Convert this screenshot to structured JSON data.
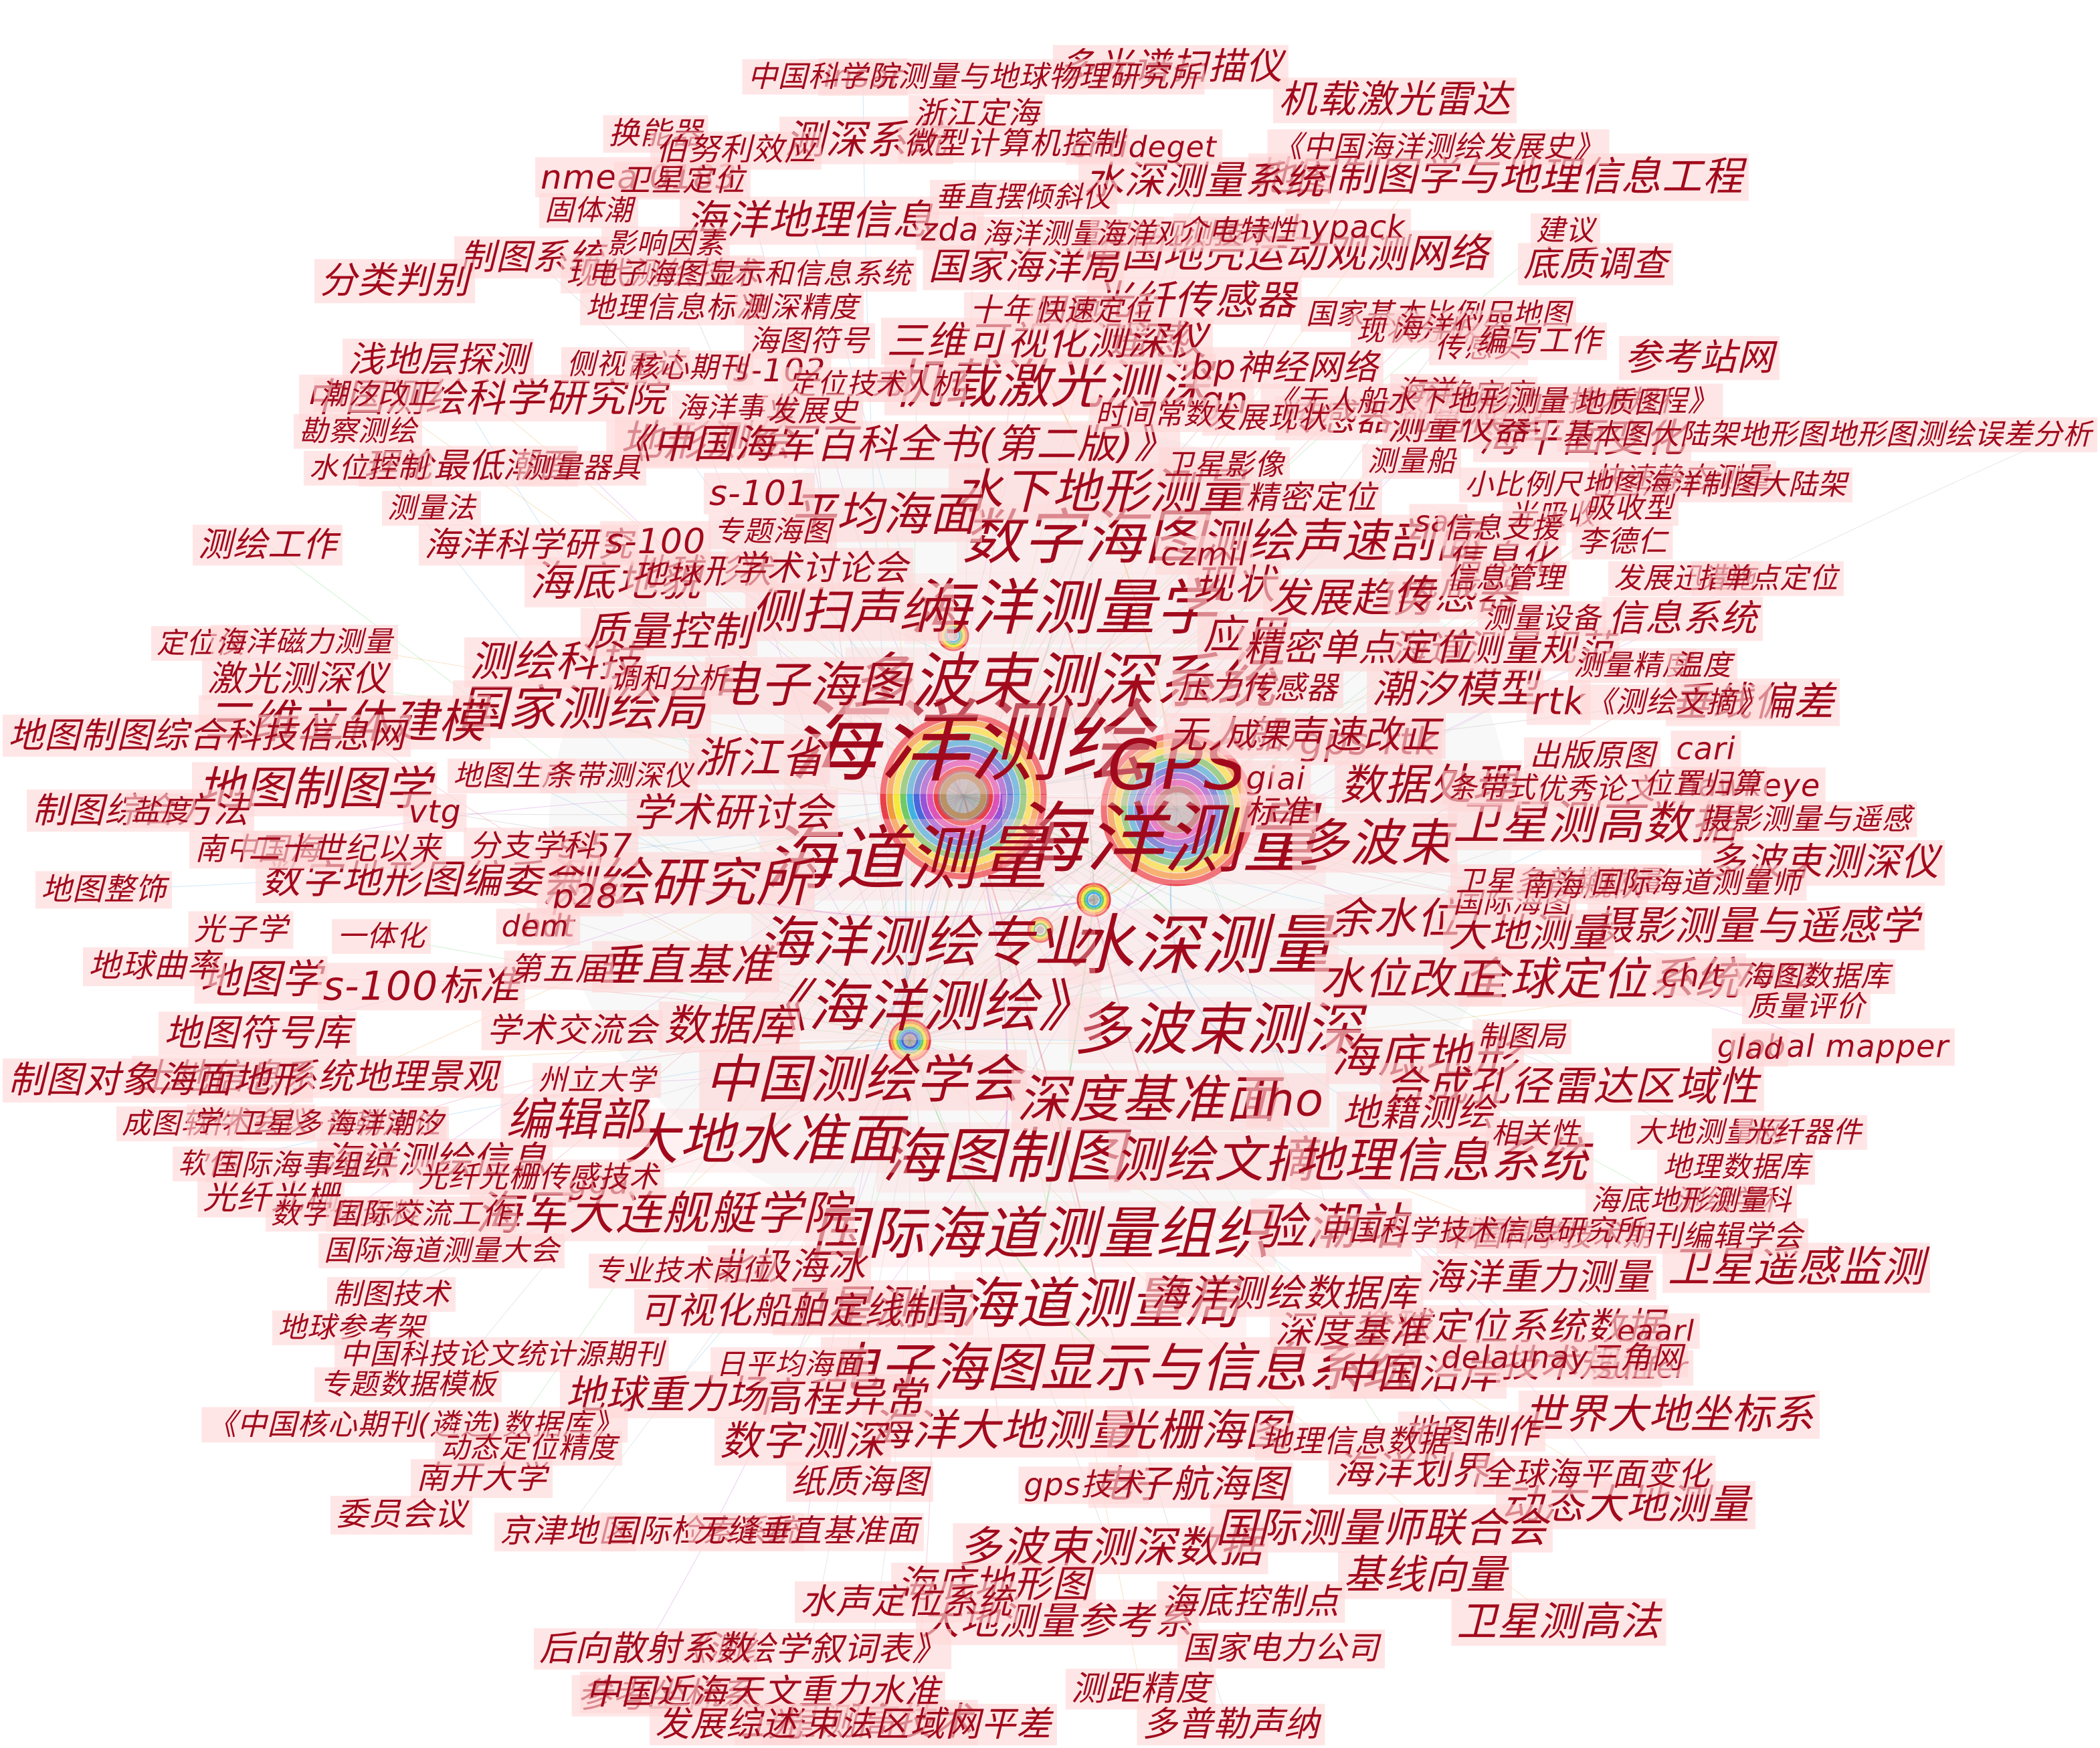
{
  "graph": {
    "type": "keyword co-occurrence network",
    "label_color": "#a10a1c",
    "label_background": "#ffd6d6",
    "nodes": [
      {
        "label": "海洋测绘",
        "weight": 10
      },
      {
        "label": "海洋测量",
        "weight": 8.6
      },
      {
        "label": "海道测量",
        "weight": 7.8
      },
      {
        "label": "GPS",
        "weight": 7.6
      },
      {
        "label": "水深测量",
        "weight": 7.2
      },
      {
        "label": "海洋测量学",
        "weight": 6.7
      },
      {
        "label": "数字海图",
        "weight": 6.6
      },
      {
        "label": "多波束测深系统",
        "weight": 6.6
      },
      {
        "label": "海图制图",
        "weight": 6.6
      },
      {
        "label": "多波束测深",
        "weight": 6.2
      },
      {
        "label": "《海洋测绘》",
        "weight": 6.2
      },
      {
        "label": "国际海道测量组织",
        "weight": 6.2
      },
      {
        "label": "海道测量局",
        "weight": 6.1
      },
      {
        "label": "大地水准面",
        "weight": 6
      },
      {
        "label": "海洋测绘专业",
        "weight": 6
      },
      {
        "label": "测绘研究所",
        "weight": 5.8
      },
      {
        "label": "中国测绘学会",
        "weight": 5.7
      },
      {
        "label": "机载激光测深",
        "weight": 5.8
      },
      {
        "label": "电子海图显示与信息系统",
        "weight": 5.8
      },
      {
        "label": "深度基准面",
        "weight": 5.6
      },
      {
        "label": "多波束",
        "weight": 5.5
      },
      {
        "label": "验潮站",
        "weight": 5.4
      },
      {
        "label": "测绘文摘",
        "weight": 5.4
      },
      {
        "label": "地理信息系统",
        "weight": 5.2
      },
      {
        "label": "国家测绘局",
        "weight": 5.3
      },
      {
        "label": "侧扫声纳",
        "weight": 5.3
      },
      {
        "label": "三维立体建模",
        "weight": 5
      },
      {
        "label": "水下地形测量",
        "weight": 5.2
      },
      {
        "label": "电子海图",
        "weight": 5.3
      },
      {
        "label": "卫星测高",
        "weight": 5.1
      },
      {
        "label": "卫星测高数据",
        "weight": 5.1
      },
      {
        "label": "海军大连舰艇学院",
        "weight": 5
      },
      {
        "label": "测绘声速剖面",
        "weight": 5
      },
      {
        "label": "全球定位系统",
        "weight": 4.9
      },
      {
        "label": "编辑部",
        "weight": 4.9
      },
      {
        "label": "地图制图学",
        "weight": 5
      },
      {
        "label": "海底地形",
        "weight": 5
      },
      {
        "label": "iho",
        "weight": 5
      },
      {
        "label": "平均海面",
        "weight": 5
      },
      {
        "label": "浙江省",
        "weight": 4.6
      },
      {
        "label": "海洋大地测量",
        "weight": 4.7
      },
      {
        "label": "光栅海图",
        "weight": 4.7
      },
      {
        "label": "多波束测深数据",
        "weight": 4.6
      },
      {
        "label": "数据处理",
        "weight": 4.7
      },
      {
        "label": "余水位",
        "weight": 4.6
      },
      {
        "label": "水位改正",
        "weight": 4.7
      },
      {
        "label": "垂直基准",
        "weight": 4.7
      },
      {
        "label": "数据库",
        "weight": 4.6
      },
      {
        "label": "海底地貌",
        "weight": 4.5
      },
      {
        "label": "测绘科技",
        "weight": 4.5
      },
      {
        "label": "地形测绘",
        "weight": 4.5
      },
      {
        "label": "质量控制",
        "weight": 4.4
      },
      {
        "label": "现状",
        "weight": 4.4
      },
      {
        "label": "应用",
        "weight": 4.4
      },
      {
        "label": "发展趋势",
        "weight": 4.4
      },
      {
        "label": "传感器",
        "weight": 4.4
      },
      {
        "label": "潮汐模型",
        "weight": 4.4
      },
      {
        "label": "海平面变化",
        "weight": 4.4
      },
      {
        "label": "合成孔径雷达区域性",
        "weight": 4.4
      },
      {
        "label": "世界大地坐标系",
        "weight": 4.4
      },
      {
        "label": "卫星遥感监测",
        "weight": 4.5
      },
      {
        "label": "数字测深",
        "weight": 4.4
      },
      {
        "label": "高程异常",
        "weight": 4.4
      },
      {
        "label": "中国沿岸",
        "weight": 4.4
      },
      {
        "label": "动态大地测量",
        "weight": 4.4
      },
      {
        "label": "国际测量师联合会",
        "weight": 4.4
      },
      {
        "label": "卫星测高法",
        "weight": 4.3
      },
      {
        "label": "基线向量",
        "weight": 4.3
      },
      {
        "label": "摄影测量与遥感学",
        "weight": 4.3
      },
      {
        "label": "大地测量",
        "weight": 4.2
      },
      {
        "label": "多波束测深仪",
        "weight": 4.1
      },
      {
        "label": "垂线偏差",
        "weight": 4.3
      },
      {
        "label": "海洋地理信息",
        "weight": 4.4
      },
      {
        "label": "地图制图学与地理信息工程",
        "weight": 4.3
      },
      {
        "label": "水深测量系统",
        "weight": 4.2
      },
      {
        "label": "中国地壳运动观测网络",
        "weight": 4.3
      },
      {
        "label": "光纤传感器",
        "weight": 4.3
      },
      {
        "label": "遥感",
        "weight": 4.3
      },
      {
        "label": "三维可视化测深仪",
        "weight": 4.2
      },
      {
        "label": "测深系统",
        "weight": 4.3
      },
      {
        "label": "中国测绘科学研究院",
        "weight": 4.2
      },
      {
        "label": "《中国海军百科全书(第二版)》",
        "weight": 4.3
      },
      {
        "label": "地图学",
        "weight": 4.3
      },
      {
        "label": "s-100标准",
        "weight": 4.3
      },
      {
        "label": "数字地形图编委会",
        "weight": 4.2
      },
      {
        "label": "学术研讨会",
        "weight": 4.2
      },
      {
        "label": "地球重力场",
        "weight": 4.2
      },
      {
        "label": "电子航海图",
        "weight": 4.1
      },
      {
        "label": "海洋划界",
        "weight": 4.1
      },
      {
        "label": "海底地形图",
        "weight": 4.1
      },
      {
        "label": "卫星测高技术",
        "weight": 4.1
      },
      {
        "label": "大地测量参考系",
        "weight": 4.1
      },
      {
        "label": "全球定位系统数据",
        "weight": 4.1
      },
      {
        "label": "技术规程",
        "weight": 4.1
      },
      {
        "label": "北极海冰",
        "weight": 4
      },
      {
        "label": "深度基准",
        "weight": 4
      },
      {
        "label": "海洋测绘数据库",
        "weight": 4
      },
      {
        "label": "海洋重力测量",
        "weight": 3.9
      },
      {
        "label": "可视化船舶定线制",
        "weight": 3.9
      },
      {
        "label": "海洋测绘信息",
        "weight": 3.9
      },
      {
        "label": "地籍测绘",
        "weight": 4
      },
      {
        "label": "海道测量规范",
        "weight": 3.9
      },
      {
        "label": "精密单点定位",
        "weight": 4
      },
      {
        "label": "gps-rtk",
        "weight": 4
      },
      {
        "label": "无人船声速改正",
        "weight": 4.1
      },
      {
        "label": "rtk",
        "weight": 4
      },
      {
        "label": "信息系统",
        "weight": 3.9
      },
      {
        "label": "参考站网",
        "weight": 3.9
      },
      {
        "label": "传感器几何模型",
        "weight": 3.9
      },
      {
        "label": "国家海洋局",
        "weight": 4
      },
      {
        "label": "机载激光雷达",
        "weight": 4.1
      },
      {
        "label": "多光谱扫描仪",
        "weight": 3.9
      },
      {
        "label": "制图系统",
        "weight": 3.8
      },
      {
        "label": "分类判别",
        "weight": 3.9
      },
      {
        "label": "浅地层探测",
        "weight": 3.8
      },
      {
        "label": "底质调查",
        "weight": 3.8
      },
      {
        "label": "激光测深仪",
        "weight": 3.8
      },
      {
        "label": "地图制图综合科技信息网",
        "weight": 3.8
      },
      {
        "label": "制图综合方法",
        "weight": 3.8
      },
      {
        "label": "地球曲率",
        "weight": 3.4
      },
      {
        "label": "地图符号库",
        "weight": 3.9
      },
      {
        "label": "土地信息系统地理景观",
        "weight": 3.8
      },
      {
        "label": "制图对象海面地形",
        "weight": 3.9
      },
      {
        "label": "光纤光栅",
        "weight": 3.5
      },
      {
        "label": "地球形状",
        "weight": 3.6
      },
      {
        "label": "学术讨论会",
        "weight": 3.7
      },
      {
        "label": "信息化",
        "weight": 3.8
      },
      {
        "label": "测量仪器",
        "weight": 3.7
      },
      {
        "label": "精密定位",
        "weight": 3.4
      },
      {
        "label": "理论最低潮面",
        "weight": 3.6
      },
      {
        "label": "测绘工作",
        "weight": 3.6
      },
      {
        "label": "海洋科学研究",
        "weight": 3.6
      },
      {
        "label": "《测绘学叙词表》",
        "weight": 3.5
      },
      {
        "label": "海底控制点",
        "weight": 3.7
      },
      {
        "label": "后向散射系数",
        "weight": 3.7
      },
      {
        "label": "参考坐标系",
        "weight": 3.7
      },
      {
        "label": "测距精度",
        "weight": 3.6
      },
      {
        "label": "中国近海天文重力水准",
        "weight": 3.7
      },
      {
        "label": "光束法区域网平差",
        "weight": 3.7
      },
      {
        "label": "发展综述",
        "weight": 3.7
      },
      {
        "label": "多普勒声纳",
        "weight": 3.7
      },
      {
        "label": "水声定位系统",
        "weight": 3.7
      },
      {
        "label": "地图制作",
        "weight": 3.5
      },
      {
        "label": "纸质海图",
        "weight": 3.5
      },
      {
        "label": "南开大学",
        "weight": 3.4
      },
      {
        "label": "委员会议",
        "weight": 3.4
      },
      {
        "label": "京津地区",
        "weight": 3.4
      },
      {
        "label": "国际检索系统",
        "weight": 3.3
      },
      {
        "label": "无缝垂直基准面",
        "weight": 3.3
      },
      {
        "label": "国家电力公司",
        "weight": 3.4
      },
      {
        "label": "全球海平面变化",
        "weight": 3.4
      },
      {
        "label": "地理信息数据",
        "weight": 3.2
      },
      {
        "label": "gn",
        "weight": 4
      },
      {
        "label": "bp神经网络",
        "weight": 3.7
      },
      {
        "label": "gi",
        "weight": 3.3
      },
      {
        "label": "ai",
        "weight": 3.2
      },
      {
        "label": "成果",
        "weight": 3.3
      },
      {
        "label": "标准",
        "weight": 3.4
      },
      {
        "label": "学术交流会",
        "weight": 3.5
      },
      {
        "label": "第五届",
        "weight": 3.4
      },
      {
        "label": "s-101",
        "weight": 3.7
      },
      {
        "label": "s-102",
        "weight": 3.4
      },
      {
        "label": "s-100",
        "weight": 3.7
      },
      {
        "label": "s-57",
        "weight": 3.5
      },
      {
        "label": "p28",
        "weight": 3.5
      },
      {
        "label": "hdt",
        "weight": 3.2
      },
      {
        "label": "gga",
        "weight": 3.3
      },
      {
        "label": "dem",
        "weight": 3.1
      },
      {
        "label": "vtg",
        "weight": 3.3
      },
      {
        "label": "zda",
        "weight": 3.3
      },
      {
        "label": "insar",
        "weight": 3.2
      },
      {
        "label": "nmea 0183",
        "weight": 3.5
      },
      {
        "label": "cntideget",
        "weight": 3.1
      },
      {
        "label": "hypack",
        "weight": 3.2
      },
      {
        "label": "sar",
        "weight": 3.1
      },
      {
        "label": "czmil",
        "weight": 3.4
      },
      {
        "label": "global mapper",
        "weight": 3.2
      },
      {
        "label": "lad",
        "weight": 3.1
      },
      {
        "label": "ch/t 7002",
        "weight": 3.3
      },
      {
        "label": "cari",
        "weight": 3.2
      },
      {
        "label": "no",
        "weight": 3.1
      },
      {
        "label": "hawkeye",
        "weight": 3.2
      },
      {
        "label": "eaarl",
        "weight": 3.1
      },
      {
        "label": "surfer",
        "weight": 3.1
      },
      {
        "label": "delaunay三角网",
        "weight": 3.2
      },
      {
        "label": "gps技术",
        "weight": 3.2
      },
      {
        "label": "压力传感器",
        "weight": 3.3
      },
      {
        "label": "中国科学院测量与地球物理研究所",
        "weight": 3.1
      },
      {
        "label": "浙江定海",
        "weight": 3.2
      },
      {
        "label": "换能器",
        "weight": 3.2
      },
      {
        "label": "伯努利效应",
        "weight": 3.3
      },
      {
        "label": "微型计算机控制",
        "weight": 3.2
      },
      {
        "label": "《中国海洋测绘发展史》",
        "weight": 3.1
      },
      {
        "label": "卫星定位",
        "weight": 3.2
      },
      {
        "label": "垂直摆倾斜仪",
        "weight": 3
      },
      {
        "label": "固体潮",
        "weight": 3
      },
      {
        "label": "影响因素",
        "weight": 3
      },
      {
        "label": "海洋测量定位",
        "weight": 3
      },
      {
        "label": "海洋观测技术",
        "weight": 3
      },
      {
        "label": "介电特性",
        "weight": 3
      },
      {
        "label": "建议",
        "weight": 3
      },
      {
        "label": "现代测绘技术",
        "weight": 3.3
      },
      {
        "label": "电子海图显示和信息系统",
        "weight": 3
      },
      {
        "label": "地理信息标准",
        "weight": 3.1
      },
      {
        "label": "测深精度",
        "weight": 3
      },
      {
        "label": "十年回顾",
        "weight": 3.3
      },
      {
        "label": "快速定位",
        "weight": 3
      },
      {
        "label": "国家基本比例尺地图",
        "weight": 3
      },
      {
        "label": "现状分析",
        "weight": 3
      },
      {
        "label": "海图符号",
        "weight": 3.1
      },
      {
        "label": "海洋仪器",
        "weight": 3
      },
      {
        "label": "传感头",
        "weight": 3
      },
      {
        "label": "侧视雷达",
        "weight": 3
      },
      {
        "label": "核心期刊",
        "weight": 3
      },
      {
        "label": "无人机",
        "weight": 3
      },
      {
        "label": "定位技术",
        "weight": 3
      },
      {
        "label": "编写工作",
        "weight": 3.2
      },
      {
        "label": "数据融合",
        "weight": 3.1
      },
      {
        "label": "不确定度",
        "weight": 3.1
      },
      {
        "label": "九十年代",
        "weight": 3
      },
      {
        "label": "潮汐改正",
        "weight": 3
      },
      {
        "label": "海洋事业",
        "weight": 3
      },
      {
        "label": "发展史",
        "weight": 3.1
      },
      {
        "label": "海洋",
        "weight": 3
      },
      {
        "label": "《无人船水下地形测量技术规程》",
        "weight": 3.1
      },
      {
        "label": "地质图",
        "weight": 3.1
      },
      {
        "label": "勘察测绘",
        "weight": 3
      },
      {
        "label": "发展现状",
        "weight": 3.1
      },
      {
        "label": "时间常数",
        "weight": 3
      },
      {
        "label": "测量船",
        "weight": 3
      },
      {
        "label": "基本图大陆架地形图地形图测绘误差分析",
        "weight": 3
      },
      {
        "label": "水位控制",
        "weight": 3
      },
      {
        "label": "测量器具",
        "weight": 3
      },
      {
        "label": "卫星影像",
        "weight": 3.1
      },
      {
        "label": "快速静态测量",
        "weight": 3
      },
      {
        "label": "小比例尺地图海洋制图大陆架",
        "weight": 3
      },
      {
        "label": "测量法",
        "weight": 3
      },
      {
        "label": "光吸收",
        "weight": 3
      },
      {
        "label": "吸收型",
        "weight": 3
      },
      {
        "label": "信息支援",
        "weight": 3
      },
      {
        "label": "专题海图",
        "weight": 3
      },
      {
        "label": "李德仁",
        "weight": 3.1
      },
      {
        "label": "信息管理",
        "weight": 3
      },
      {
        "label": "发展迅速",
        "weight": 3
      },
      {
        "label": "措施",
        "weight": 3
      },
      {
        "label": "单点定位",
        "weight": 3
      },
      {
        "label": "测量设备",
        "weight": 3
      },
      {
        "label": "定位仪",
        "weight": 3
      },
      {
        "label": "海洋磁力测量",
        "weight": 3
      },
      {
        "label": "测量精度",
        "weight": 3
      },
      {
        "label": "温度",
        "weight": 3
      },
      {
        "label": "调和分析",
        "weight": 3
      },
      {
        "label": "《测绘文摘》",
        "weight": 3.1
      },
      {
        "label": "出版原图",
        "weight": 3.2
      },
      {
        "label": "地图生产",
        "weight": 3
      },
      {
        "label": "条带测深仪",
        "weight": 3
      },
      {
        "label": "优秀论文",
        "weight": 3.1
      },
      {
        "label": "条带式",
        "weight": 3
      },
      {
        "label": "位置归算",
        "weight": 3
      },
      {
        "label": "盐度",
        "weight": 3
      },
      {
        "label": "南中国海",
        "weight": 3.2
      },
      {
        "label": "二十世纪以来",
        "weight": 3.3
      },
      {
        "label": "分支学科",
        "weight": 3.2
      },
      {
        "label": "摄影测量与遥感",
        "weight": 3.1
      },
      {
        "label": "国际海图",
        "weight": 3
      },
      {
        "label": "卫星多普勒测量",
        "weight": 3
      },
      {
        "label": "南海舰队",
        "weight": 3.1
      },
      {
        "label": "国际海道测量师",
        "weight": 3.1
      },
      {
        "label": "地图整饰",
        "weight": 3.2
      },
      {
        "label": "光子学",
        "weight": 3.2
      },
      {
        "label": "一体化",
        "weight": 3
      },
      {
        "label": "海图数据库",
        "weight": 3
      },
      {
        "label": "质量评价",
        "weight": 3
      },
      {
        "label": "制图局",
        "weight": 3
      },
      {
        "label": "州立大学",
        "weight": 3
      },
      {
        "label": "成图软件",
        "weight": 3
      },
      {
        "label": "学术会议",
        "weight": 3
      },
      {
        "label": "卫星多普勒定位",
        "weight": 3
      },
      {
        "label": "海洋潮汐",
        "weight": 3
      },
      {
        "label": "相关性",
        "weight": 3
      },
      {
        "label": "大地测量网",
        "weight": 3
      },
      {
        "label": "光纤器件",
        "weight": 3
      },
      {
        "label": "软件",
        "weight": 3
      },
      {
        "label": "国际海事组织",
        "weight": 3.1
      },
      {
        "label": "地理数据库",
        "weight": 3
      },
      {
        "label": "光纤光栅传感技术",
        "weight": 3.1
      },
      {
        "label": "测绘学科",
        "weight": 3
      },
      {
        "label": "海底地形测量",
        "weight": 3
      },
      {
        "label": "数字化资料",
        "weight": 3
      },
      {
        "label": "国际交流工作",
        "weight": 3.1
      },
      {
        "label": "成图系统",
        "weight": 3
      },
      {
        "label": "中国科学技术期刊编辑学会",
        "weight": 3.1
      },
      {
        "label": "国际海道测量大会",
        "weight": 3
      },
      {
        "label": "专业技术岗位",
        "weight": 3
      },
      {
        "label": "制图技术",
        "weight": 3
      },
      {
        "label": "中国科学技术信息研究所",
        "weight": 3
      },
      {
        "label": "地球参考架",
        "weight": 3
      },
      {
        "label": "中国科技论文统计源期刊",
        "weight": 3
      },
      {
        "label": "日平均海面",
        "weight": 3
      },
      {
        "label": "专题数据模板",
        "weight": 3
      },
      {
        "label": "《中国核心期刊(遴选)数据库》",
        "weight": 3.1
      },
      {
        "label": "动态定位精度",
        "weight": 3
      }
    ]
  }
}
